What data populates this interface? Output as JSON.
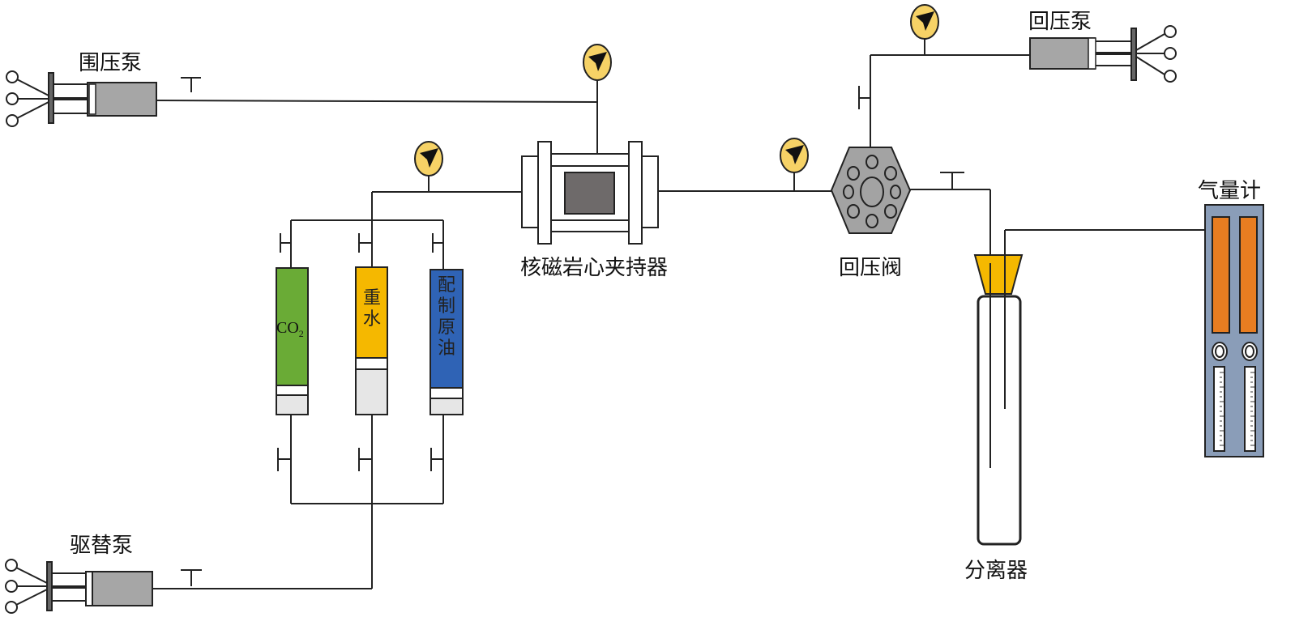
{
  "labels": {
    "confining_pump": "围压泵",
    "displacement_pump": "驱替泵",
    "back_pressure_pump": "回压泵",
    "core_holder": "核磁岩心夹持器",
    "back_pressure_valve": "回压阀",
    "separator": "分离器",
    "gas_meter": "气量计"
  },
  "containers": {
    "co2": {
      "text": "CO",
      "sub": "2",
      "color": "#6aab36"
    },
    "heavy_water": {
      "text": "重水",
      "color": "#f5b800"
    },
    "crude_oil": {
      "text": "配制原油",
      "color": "#2f63b5"
    }
  },
  "colors": {
    "gauge": "#f6d266",
    "pump_barrel": "#a6a6a6",
    "core": "#6e6a6a",
    "valve": "#a3a3a3",
    "funnel": "#f5b800",
    "gas_meter_body": "#8a9db8",
    "gas_meter_tube": "#e87d21",
    "piston": "#e6e6e6"
  }
}
